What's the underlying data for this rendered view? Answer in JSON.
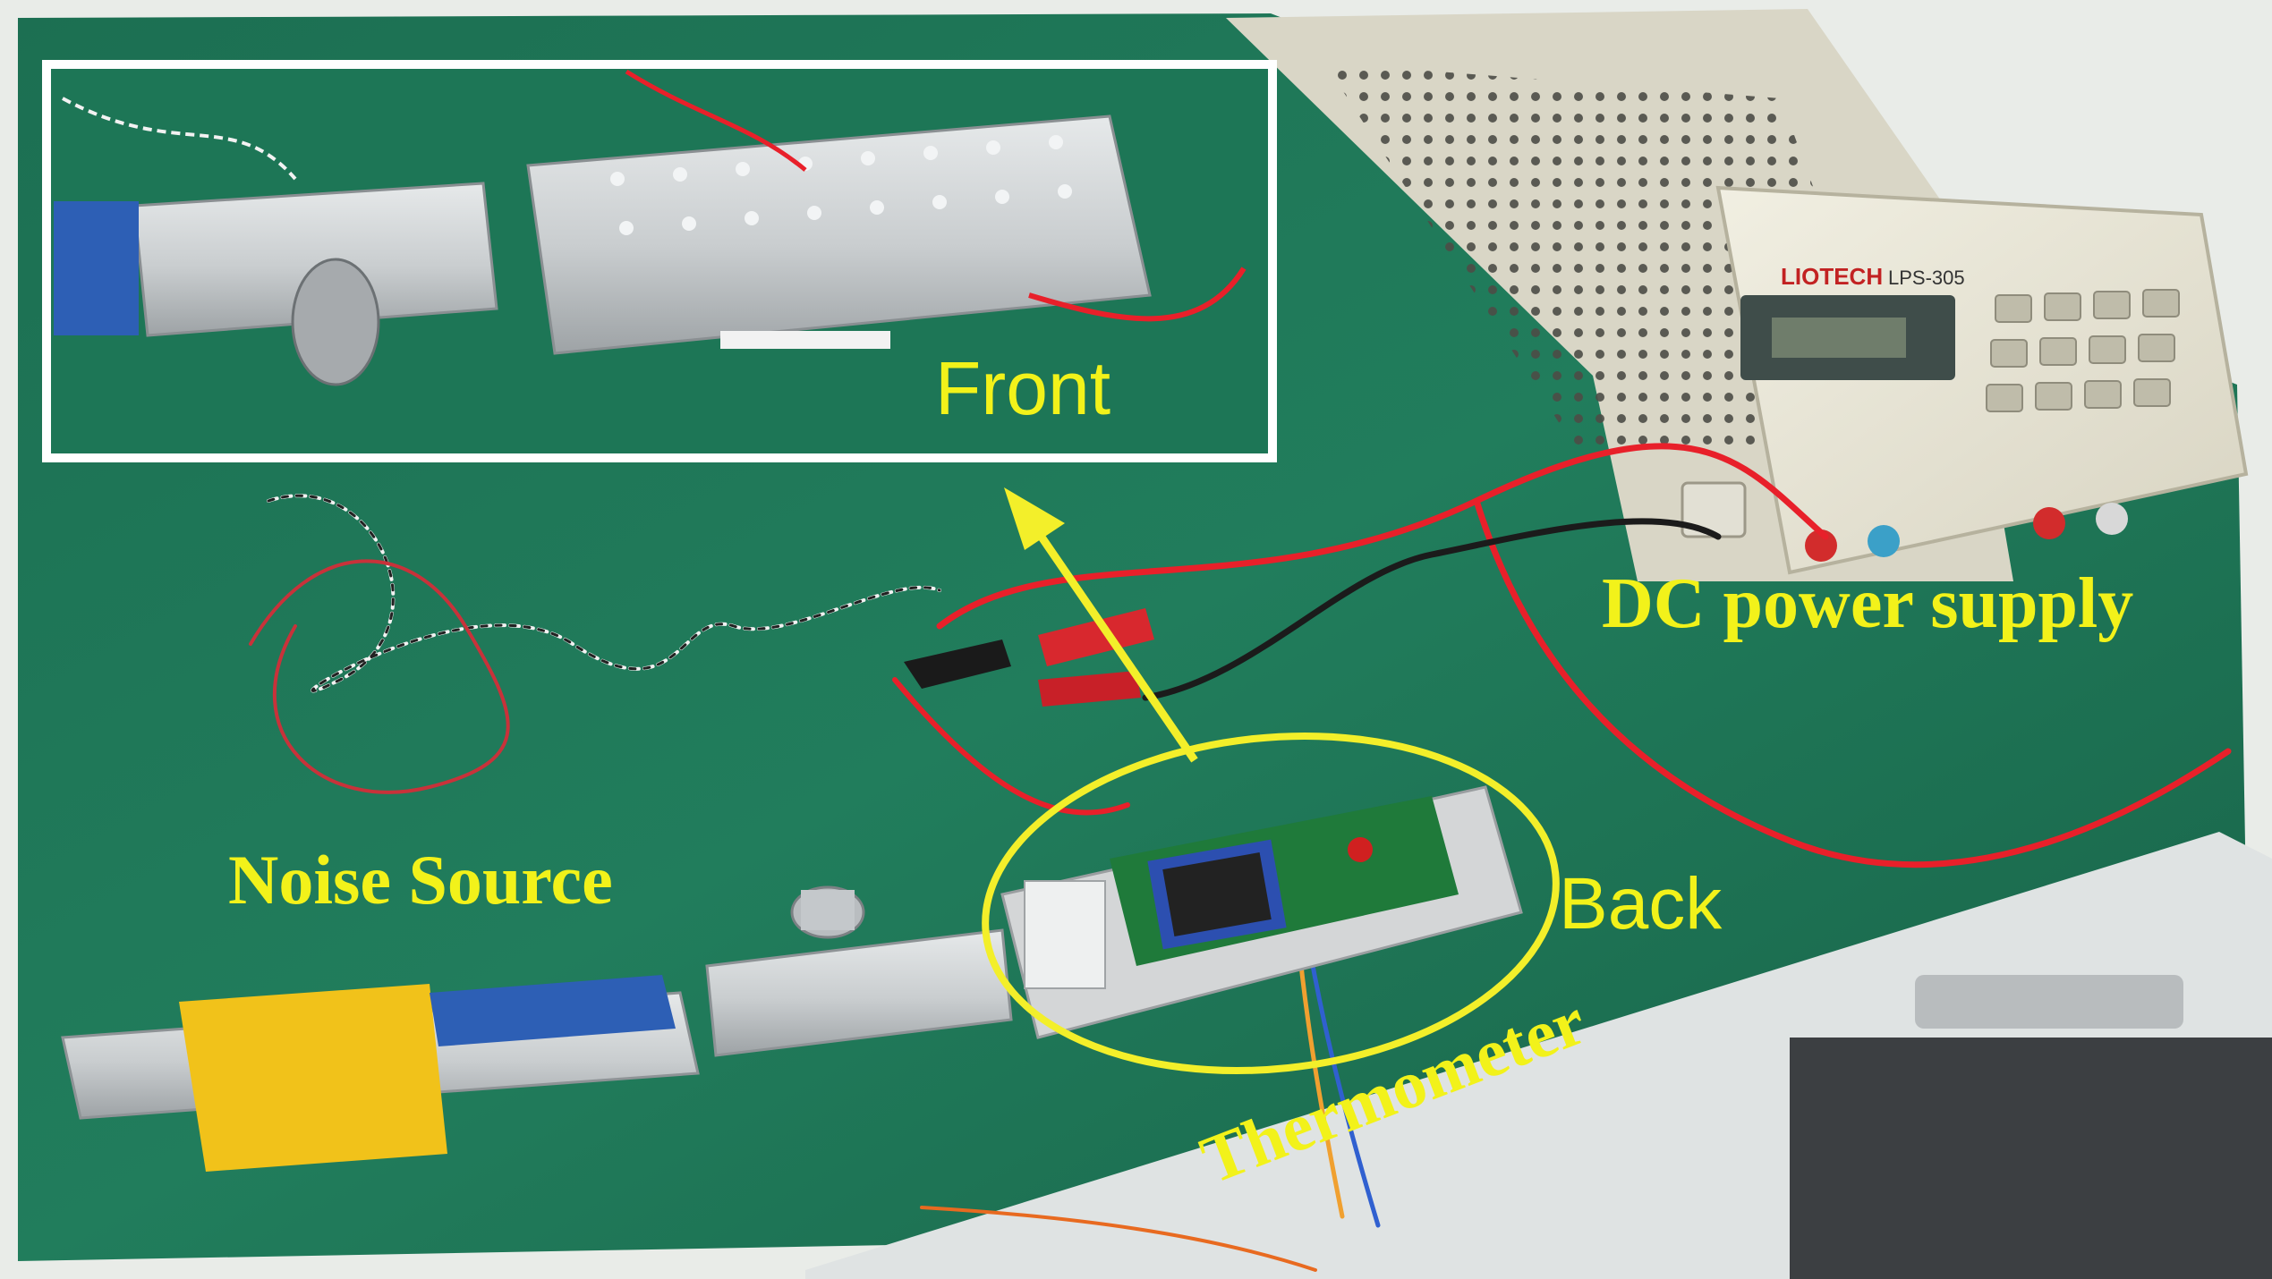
{
  "labels": {
    "front": "Front",
    "dc_power_supply": "DC power supply",
    "noise_source": "Noise Source",
    "back": "Back",
    "thermometer": "Thermometer"
  },
  "device_text": {
    "brand": "LIOTECH",
    "model": "LPS-305"
  },
  "colors": {
    "label_yellow": "#f2f21a",
    "annotation_yellow": "#f3ef2a",
    "inset_border": "#ffffff",
    "bench_green": "#1f7a5a",
    "tape_yellow": "#f1c21a",
    "wire_red": "#e8202a"
  }
}
